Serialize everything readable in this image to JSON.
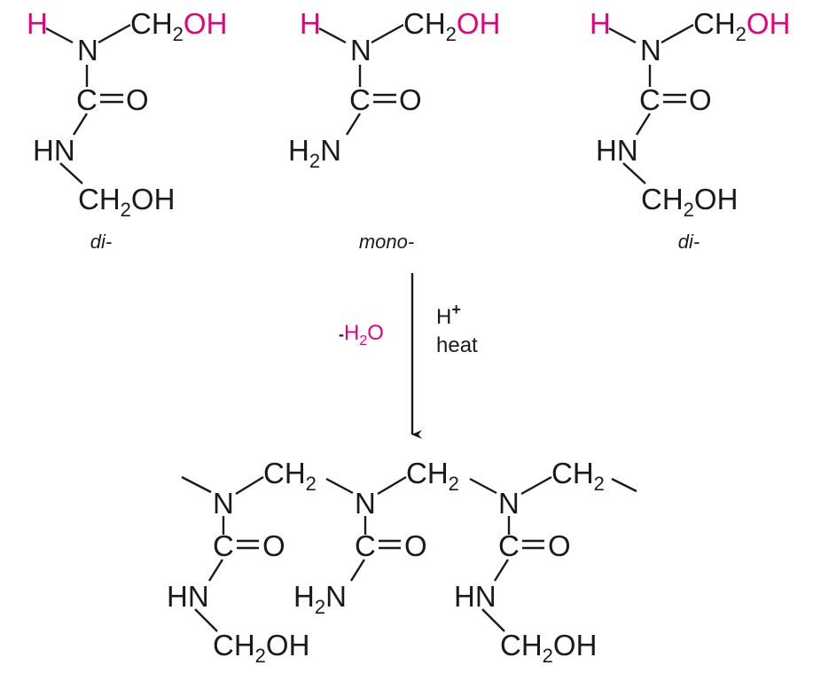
{
  "reactants": [
    {
      "label": "di-"
    },
    {
      "label": "mono-"
    },
    {
      "label": "di-"
    }
  ],
  "conditions": {
    "loss_prefix": "-",
    "loss_h": "H",
    "loss_sub": "2",
    "loss_o": "O",
    "catalyst": "H",
    "catalyst_sup": "+",
    "heat": "heat"
  },
  "atoms": {
    "h": "H",
    "n": "N",
    "ch": "CH",
    "two": "2",
    "oh": "OH",
    "c": "C",
    "o": "O",
    "hn": "HN"
  },
  "colors": {
    "accent": "#e6007e",
    "ink": "#1a1a1a"
  }
}
